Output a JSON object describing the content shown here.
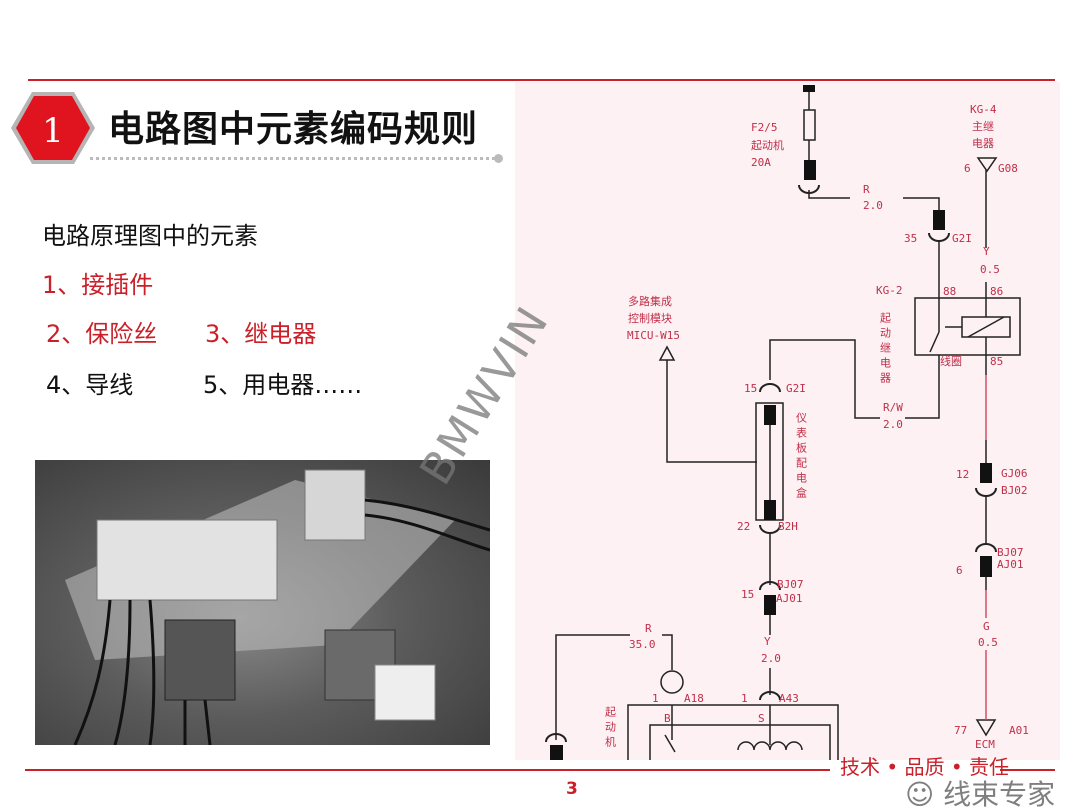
{
  "header": {
    "section_number": "1",
    "title": "电路图中元素编码规则"
  },
  "content": {
    "heading": "电路原理图中的元素",
    "items": [
      {
        "label": "1、接插件",
        "color": "#c9202a"
      },
      {
        "label": "2、保险丝",
        "color": "#c9202a"
      },
      {
        "label": "3、继电器",
        "color": "#c9202a"
      },
      {
        "label": "4、导线",
        "color": "#111111"
      },
      {
        "label": "5、用电器……",
        "color": "#111111"
      }
    ]
  },
  "diagram": {
    "fuse": [
      "F2/5",
      "起动机",
      "20A"
    ],
    "wire_r_2": [
      "R",
      "2.0"
    ],
    "conn_35": [
      "35",
      "G2I"
    ],
    "kg4": [
      "KG-4",
      "主继",
      "电器"
    ],
    "g08": [
      "6",
      "G08"
    ],
    "wire_y_05": [
      "Y",
      "0.5"
    ],
    "kg2": "KG-2",
    "kg2_name": "起动继电器",
    "relay_pins": [
      "88",
      "86",
      "85",
      "线圈"
    ],
    "wire_rw": [
      "R/W",
      "2.0"
    ],
    "micu": [
      "多路集成",
      "控制模块",
      "MICU-W15"
    ],
    "conn_15_g2i": [
      "15",
      "G2I"
    ],
    "dash_box": "仪表板配电盒",
    "conn_22": [
      "22",
      "B2H"
    ],
    "conn_15_bj07": [
      "15",
      "BJ07",
      "AJ01"
    ],
    "wire_y_2": [
      "Y",
      "2.0"
    ],
    "conn_12": [
      "12",
      "GJ06",
      "BJ02"
    ],
    "conn_6": [
      "6",
      "BJ07",
      "AJ01"
    ],
    "wire_g": [
      "G",
      "0.5"
    ],
    "ecm": [
      "77",
      "A01",
      "ECM"
    ],
    "wire_r_35": [
      "R",
      "35.0"
    ],
    "a18": [
      "1",
      "A18"
    ],
    "a43": [
      "1",
      "A43"
    ],
    "starter_pins": [
      "B",
      "S"
    ],
    "starter": "起动机"
  },
  "watermarks": {
    "diagonal": "BMWVIN",
    "wechat": "线束专家"
  },
  "footer": {
    "slogan": "技术 • 品质 • 责任",
    "page_number": "3"
  }
}
